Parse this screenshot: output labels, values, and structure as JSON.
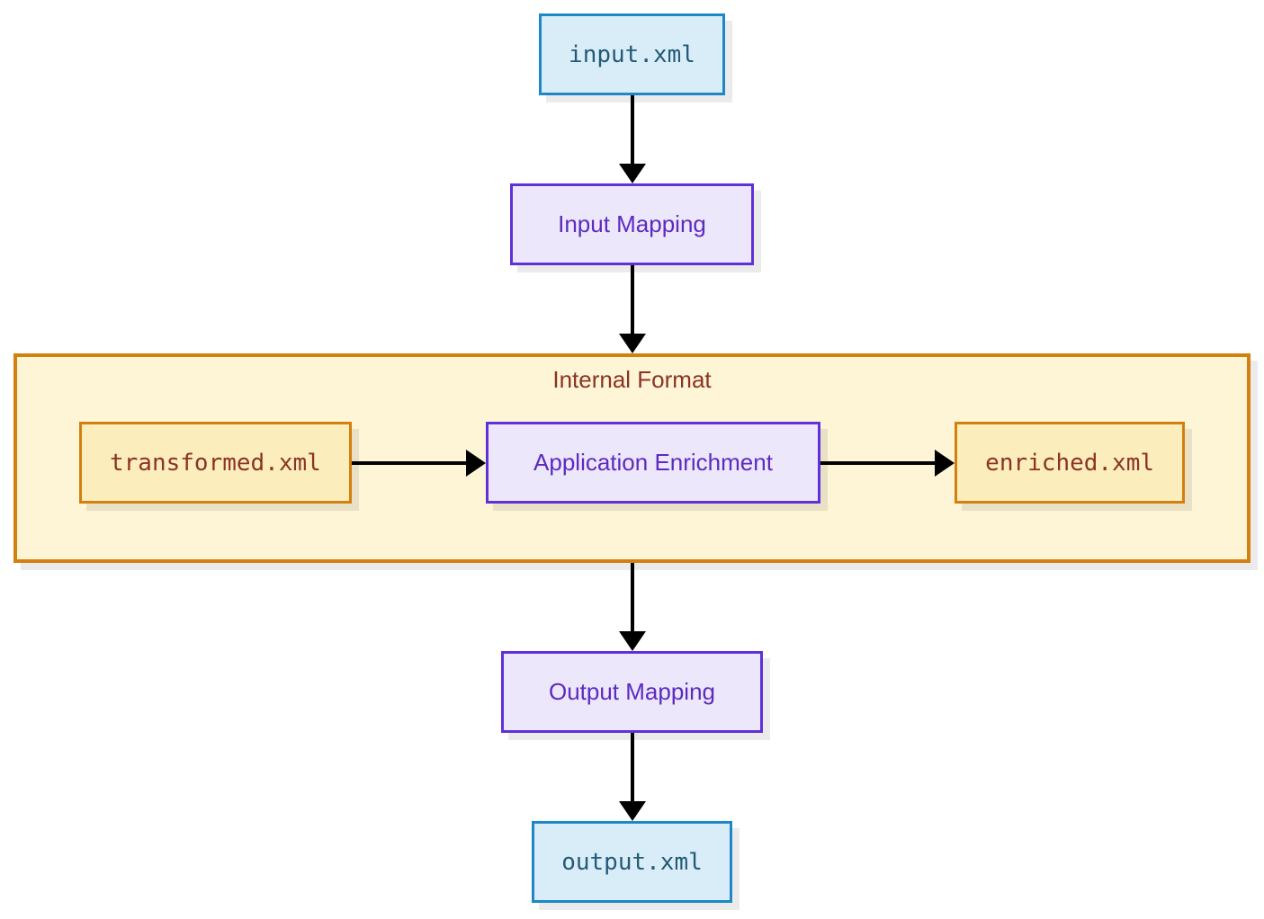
{
  "diagram": {
    "container": {
      "title": "Internal Format"
    },
    "nodes": {
      "input_file": {
        "label": "input.xml",
        "type": "file"
      },
      "input_mapping": {
        "label": "Input Mapping",
        "type": "process"
      },
      "transformed_file": {
        "label": "transformed.xml",
        "type": "internal-file"
      },
      "application_enrichment": {
        "label": "Application Enrichment",
        "type": "process"
      },
      "enriched_file": {
        "label": "enriched.xml",
        "type": "internal-file"
      },
      "output_mapping": {
        "label": "Output Mapping",
        "type": "process"
      },
      "output_file": {
        "label": "output.xml",
        "type": "file"
      }
    },
    "edges": [
      {
        "from": "input_file",
        "to": "input_mapping",
        "direction": "down"
      },
      {
        "from": "input_mapping",
        "to": "internal_format",
        "direction": "down"
      },
      {
        "from": "transformed_file",
        "to": "application_enrichment",
        "direction": "right"
      },
      {
        "from": "application_enrichment",
        "to": "enriched_file",
        "direction": "right"
      },
      {
        "from": "internal_format",
        "to": "output_mapping",
        "direction": "down"
      },
      {
        "from": "output_mapping",
        "to": "output_file",
        "direction": "down"
      }
    ],
    "colors": {
      "file_io_fill": "#d9edf8",
      "file_io_border": "#1e87c5",
      "file_io_text": "#235a75",
      "process_fill": "#ece7fb",
      "process_border": "#6030d8",
      "process_text": "#5c2bbf",
      "internal_fill": "#fceebc",
      "internal_border": "#d4800f",
      "internal_text": "#8b3324",
      "container_fill": "#fdf5d6",
      "arrow": "#000000"
    }
  }
}
